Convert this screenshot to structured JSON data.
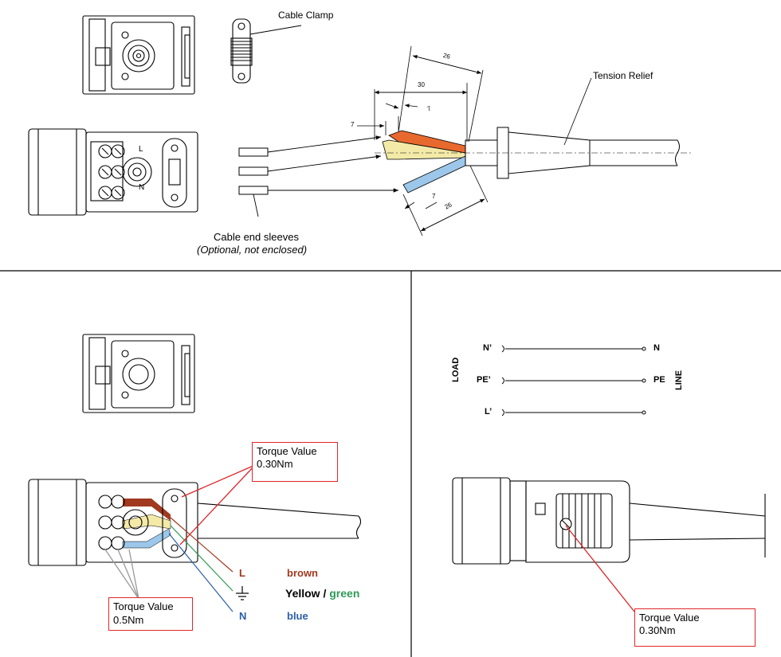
{
  "top": {
    "cable_clamp": "Cable Clamp",
    "tension_relief": "Tension Relief",
    "sleeves_title": "Cable end sleeves",
    "sleeves_note": "(Optional, not enclosed)",
    "dims": {
      "d26a": "26",
      "d30": "30",
      "d7a": "7",
      "d7b": "7",
      "d7c": "7",
      "d26b": "26"
    },
    "terminal_marks": {
      "l": "L",
      "n": "N"
    }
  },
  "wiring": {
    "L": {
      "symbol": "L",
      "color_name": "brown"
    },
    "PE": {
      "color_name_a": "Yellow / ",
      "color_name_b": "green"
    },
    "N": {
      "symbol": "N",
      "color_name": "blue"
    },
    "torque_top": {
      "line1": "Torque Value",
      "line2": "0.30Nm"
    },
    "torque_bottom": {
      "line1": "Torque Value",
      "line2": "0.5Nm"
    }
  },
  "schematic": {
    "load": "LOAD",
    "line": "LINE",
    "left": [
      "N’",
      "PE’",
      "L’"
    ],
    "right": [
      "N",
      "PE"
    ],
    "torque": {
      "line1": "Torque Value",
      "line2": "0.30Nm"
    }
  },
  "colors": {
    "brown": "#a0391f",
    "green": "#2e9a57",
    "blue": "#2a5ea8",
    "red": "#e0262a",
    "orange": "#e8692e",
    "yellow": "#f3eaa8",
    "lightblue": "#9cc7ea"
  }
}
